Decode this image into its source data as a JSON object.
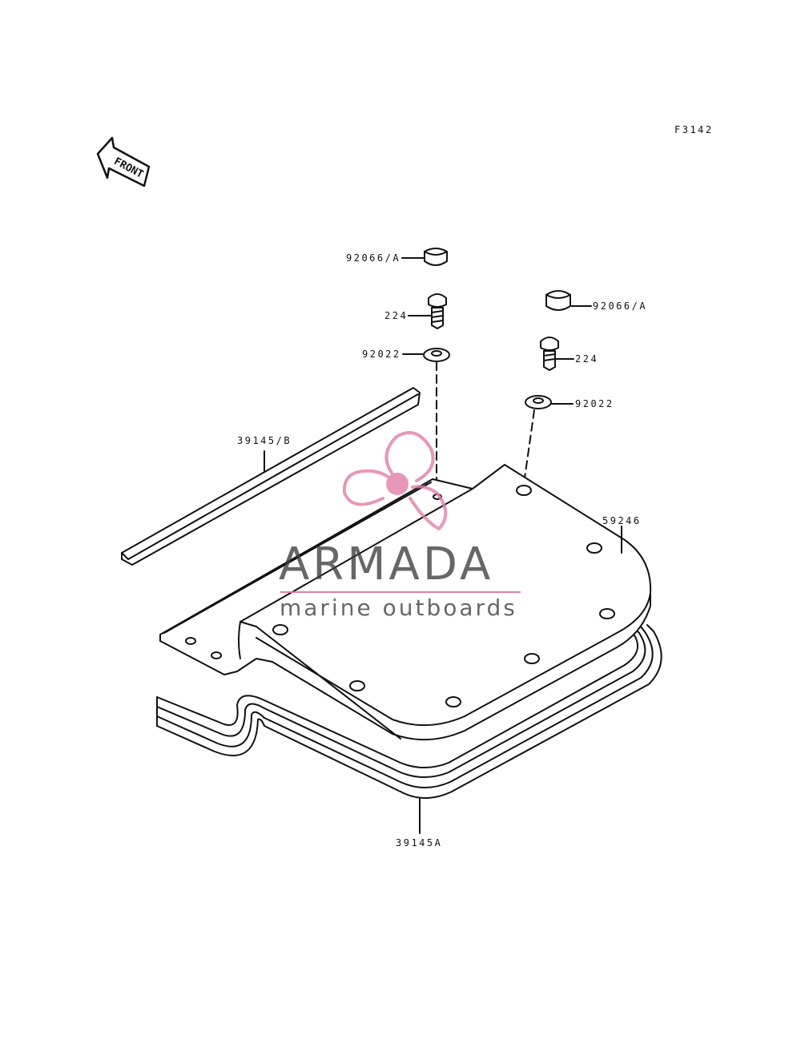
{
  "figure_code": "F3142",
  "front_marker": "FRONT",
  "parts": [
    {
      "id": "cap-left",
      "number": "92066/A"
    },
    {
      "id": "screw-left",
      "number": "224"
    },
    {
      "id": "washer-left",
      "number": "92022"
    },
    {
      "id": "cap-right",
      "number": "92066/A"
    },
    {
      "id": "screw-right",
      "number": "224"
    },
    {
      "id": "washer-right",
      "number": "92022"
    },
    {
      "id": "strip",
      "number": "39145/B"
    },
    {
      "id": "mat",
      "number": "59246"
    },
    {
      "id": "gasket",
      "number": "39145A"
    }
  ],
  "watermark": {
    "title": "ARMADA",
    "subtitle": "marine outboards",
    "accent_color": "#e27ea8"
  }
}
